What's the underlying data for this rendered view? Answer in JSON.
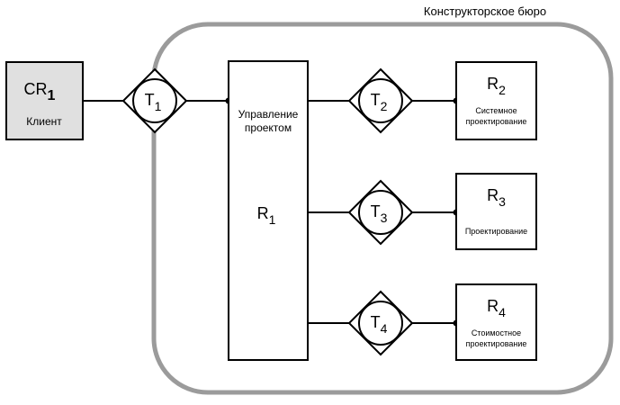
{
  "title": "Конструкторское бюро",
  "colors": {
    "boundary": "#9b9b9b",
    "client_fill": "#e0e0e0",
    "line": "#000000"
  },
  "client": {
    "name": "CR",
    "sub": "1",
    "label": "Клиент"
  },
  "main_role": {
    "name": "R",
    "sub": "1",
    "label_line1": "Управление",
    "label_line2": "проектом"
  },
  "transactions": [
    {
      "name": "T",
      "sub": "1"
    },
    {
      "name": "T",
      "sub": "2"
    },
    {
      "name": "T",
      "sub": "3"
    },
    {
      "name": "T",
      "sub": "4"
    }
  ],
  "roles": [
    {
      "name": "R",
      "sub": "2",
      "label_line1": "Системное",
      "label_line2": "проектирование"
    },
    {
      "name": "R",
      "sub": "3",
      "label_line1": "Проектирование",
      "label_line2": ""
    },
    {
      "name": "R",
      "sub": "4",
      "label_line1": "Стоимостное",
      "label_line2": "проектирование"
    }
  ]
}
